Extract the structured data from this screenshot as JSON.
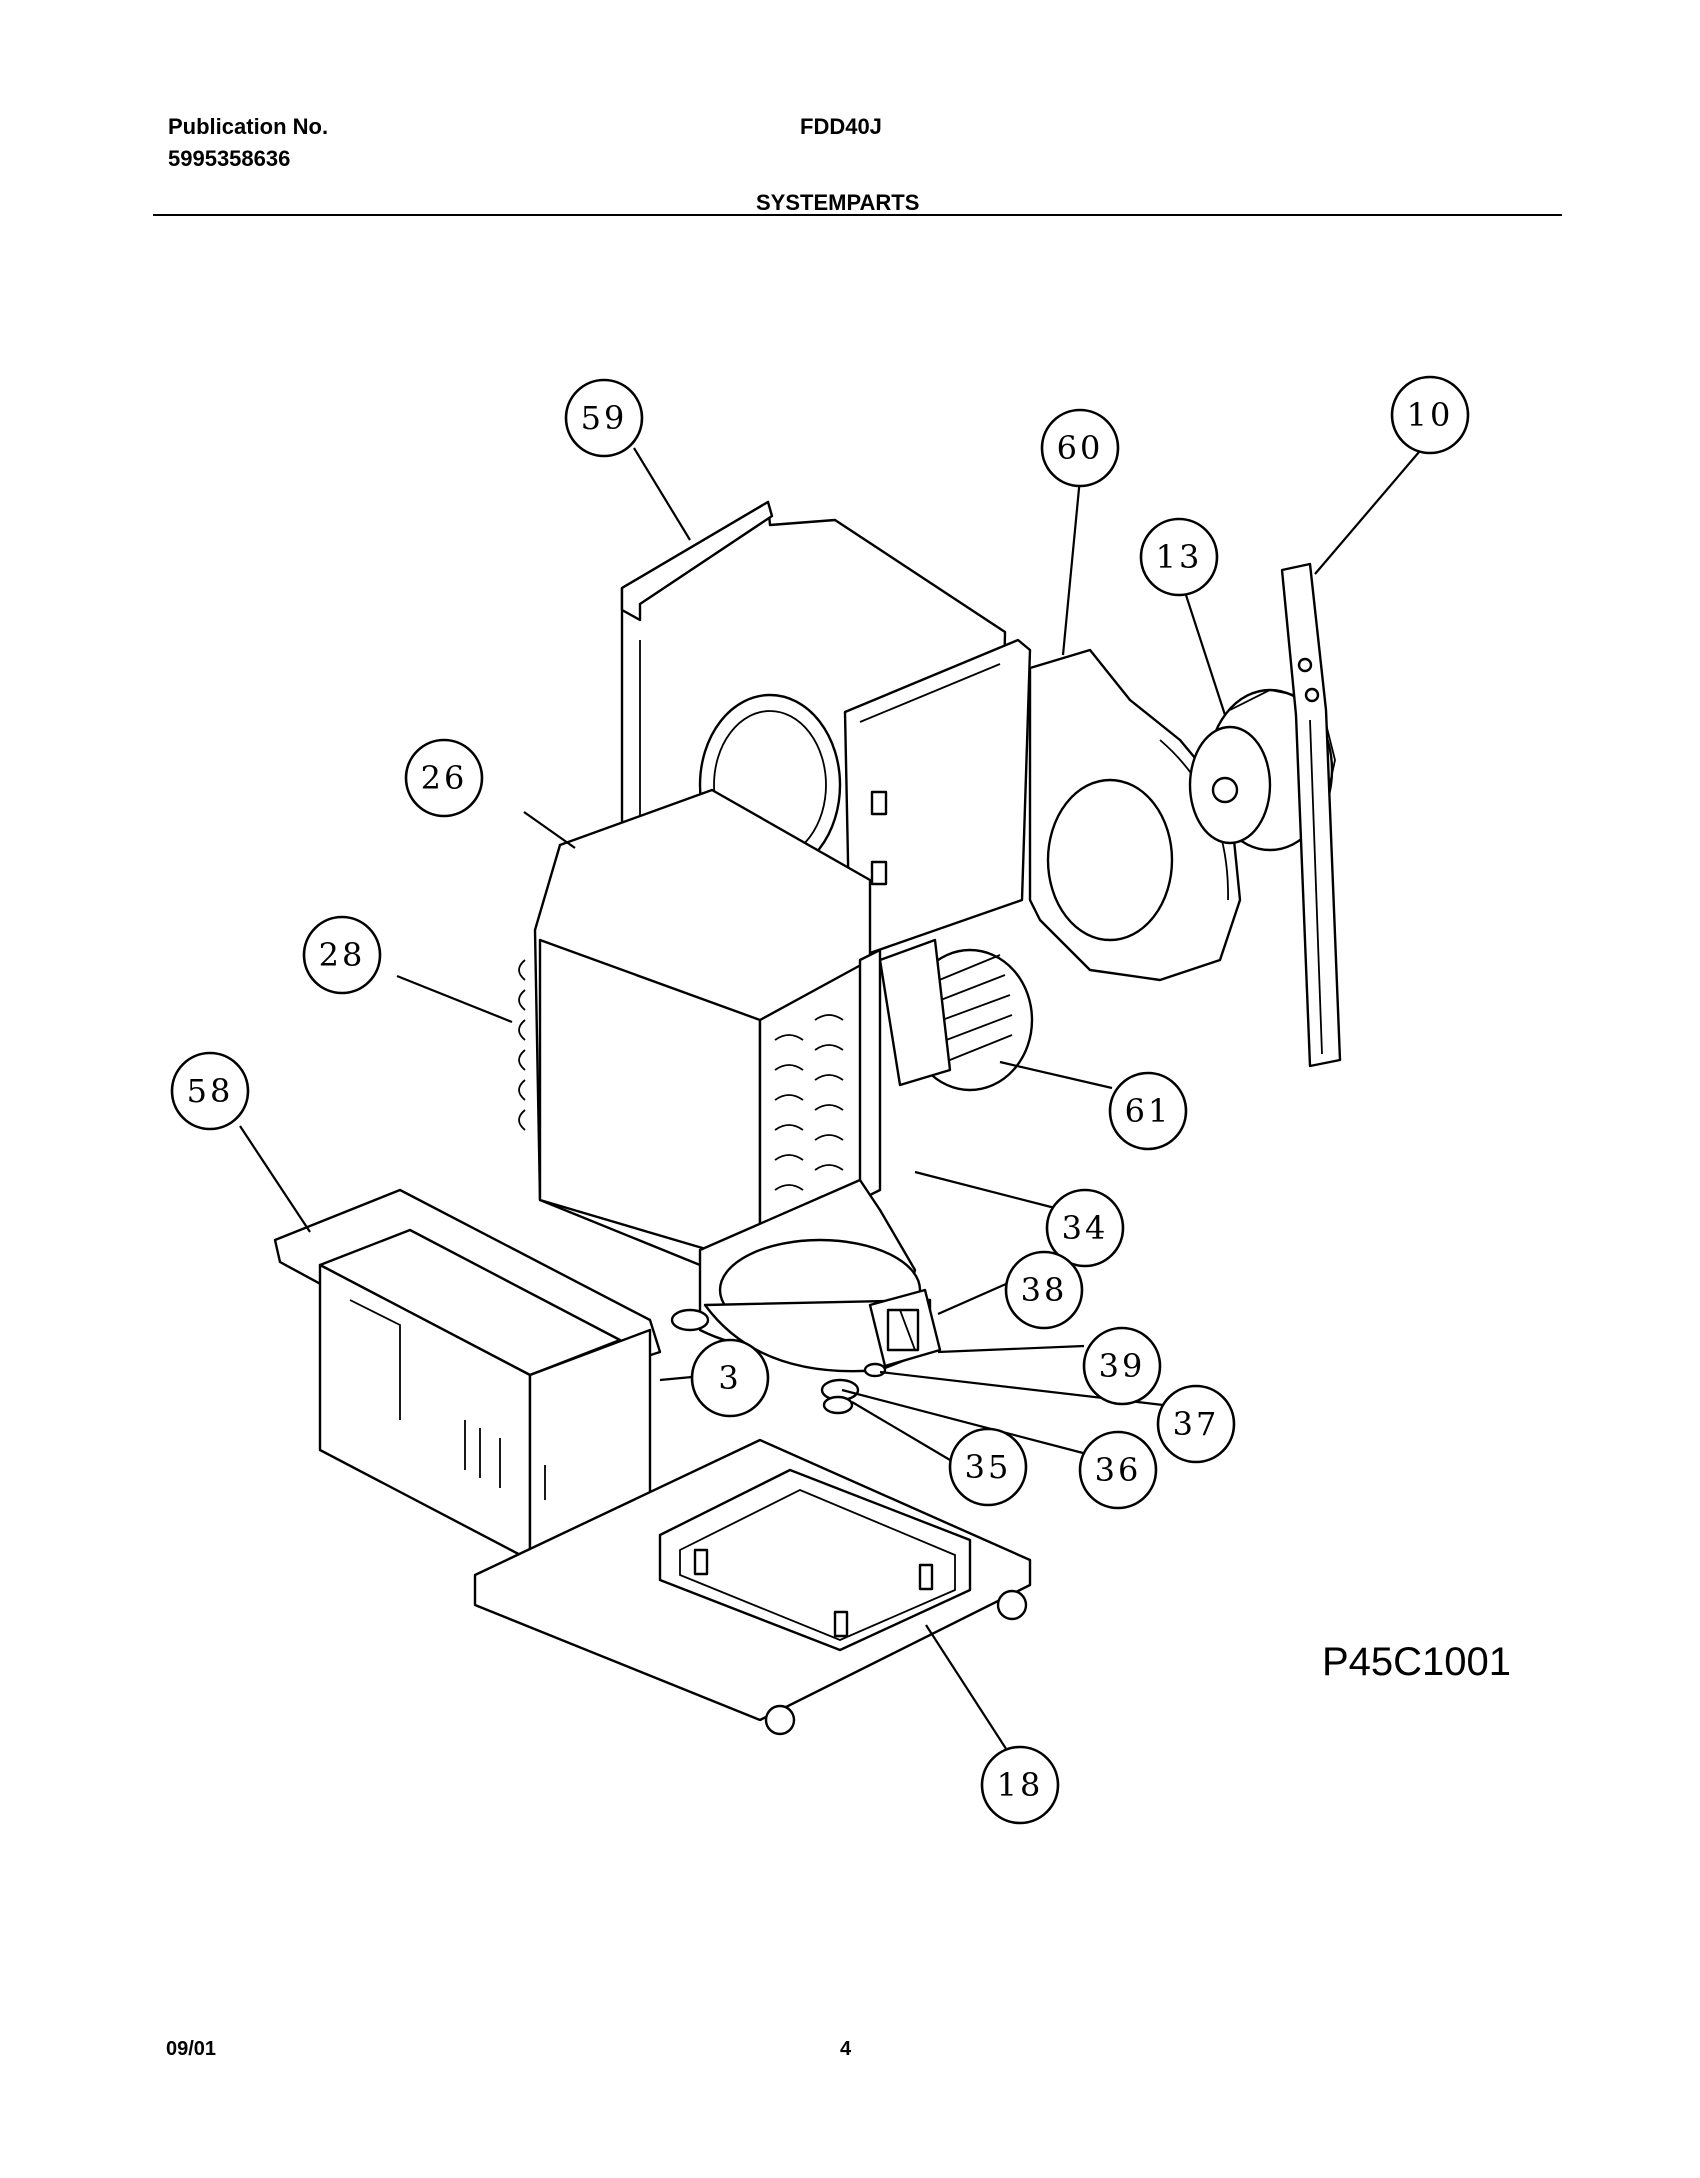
{
  "header": {
    "publication_label": "Publication No.",
    "publication_number": "5995358636",
    "model": "FDD40J",
    "section_title": "SYSTEMPARTS"
  },
  "diagram": {
    "code": "P45C1001",
    "callouts": [
      "59",
      "60",
      "10",
      "13",
      "26",
      "28",
      "58",
      "61",
      "34",
      "38",
      "39",
      "3",
      "37",
      "35",
      "36",
      "18"
    ]
  },
  "footer": {
    "date": "09/01",
    "page": "4"
  }
}
